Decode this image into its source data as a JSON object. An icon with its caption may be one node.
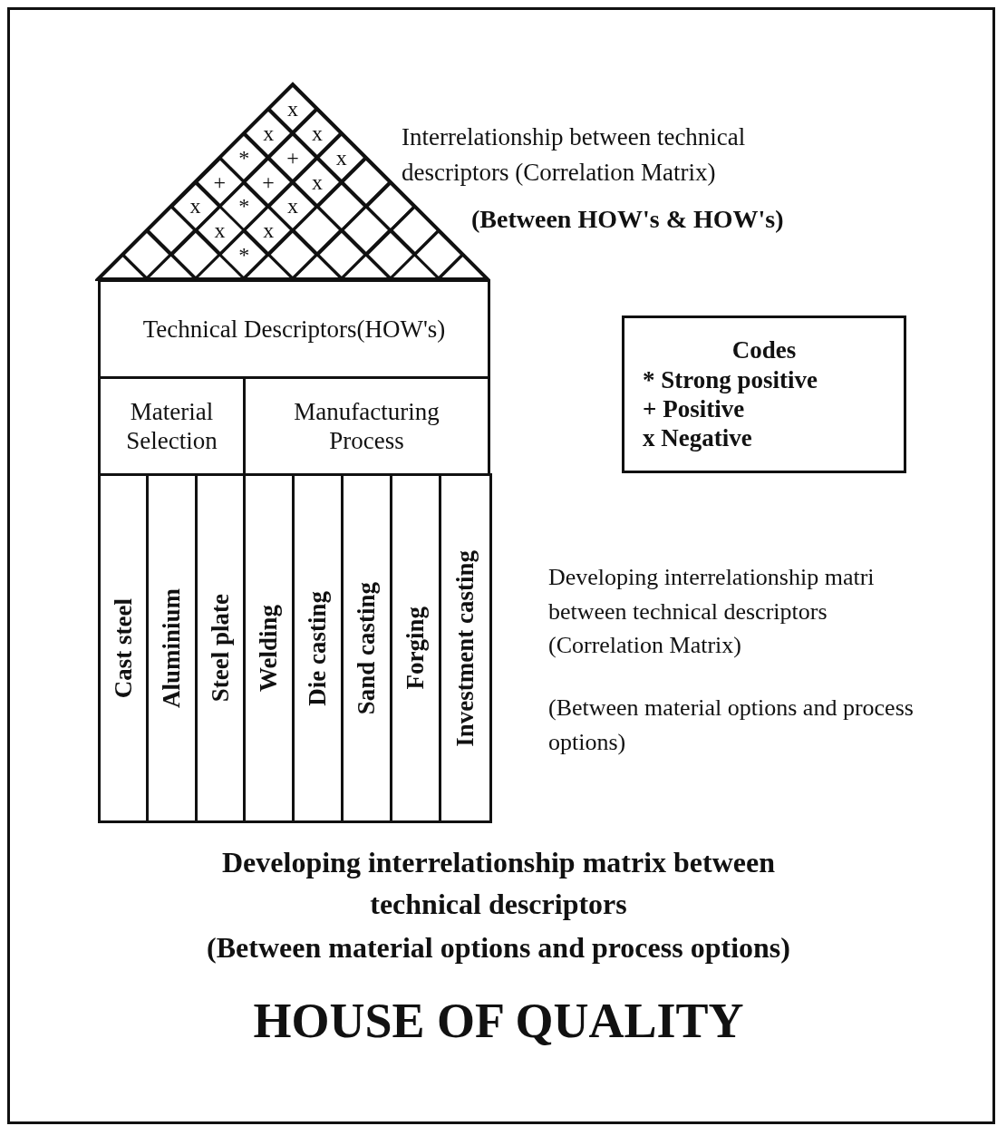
{
  "diagram": {
    "title": "HOUSE OF QUALITY",
    "nodes": [
      {
        "text": [
          "x"
        ]
      },
      {
        "text": [
          "x"
        ]
      },
      {
        "text": [
          "x"
        ]
      },
      {
        "text": [
          "*"
        ]
      },
      {
        "text": [
          "+"
        ]
      },
      {
        "text": [
          "x"
        ]
      },
      {
        "text": [
          "+"
        ]
      },
      {
        "text": [
          "+"
        ]
      },
      {
        "text": [
          "x"
        ]
      },
      {
        "text": [],
        "shape": "diamond"
      },
      {
        "text": [
          "x"
        ]
      },
      {
        "text": [
          "*"
        ]
      },
      {
        "text": [
          "x"
        ]
      },
      {
        "text": [],
        "shape": "diamond"
      },
      {
        "text": [],
        "shape": "diamond"
      },
      {
        "text": [],
        "shape": "diamond"
      },
      {
        "text": [
          "x"
        ]
      },
      {
        "text": [
          "x"
        ]
      },
      {
        "text": [],
        "shape": "diamond"
      },
      {
        "text": [],
        "shape": "diamond"
      },
      {
        "text": [],
        "shape": "diamond"
      },
      {
        "text": [],
        "shape": "diamond"
      },
      {
        "text": [],
        "shape": "diamond"
      },
      {
        "text": [
          "*"
        ]
      },
      {
        "text": [],
        "shape": "diamond"
      },
      {
        "text": [],
        "shape": "diamond"
      },
      {
        "text": [],
        "shape": "diamond"
      },
      {
        "text": [],
        "shape": "diamond"
      },
      {
        "text": [
          "Technical Descriptors(HOW's)"
        ]
      },
      {
        "text": [
          "Codes",
          "* Strong positive",
          "+ Positive",
          "x Negative"
        ]
      },
      {
        "text": [
          "Material Selection"
        ]
      },
      {
        "text": [
          "Manufacturing Process"
        ]
      },
      {
        "text": [
          "Cast steel"
        ]
      },
      {
        "text": [
          "Aluminium"
        ]
      },
      {
        "text": [
          "Steel plate"
        ]
      },
      {
        "text": [
          "Welding"
        ]
      },
      {
        "text": [
          "Die casting"
        ]
      },
      {
        "text": [
          "Sand casting"
        ]
      },
      {
        "text": [
          "Forging"
        ]
      },
      {
        "text": [
          "Investment casting"
        ]
      }
    ],
    "labels": [
      "Interrelationship between technical descriptors (Correlation Matrix)",
      "(Between HOW's & HOW's)",
      "Developing interrelationship matri between technical descriptors (Correlation Matrix)",
      "(Between material options and process options)",
      "Developing interrelationship matrix between technical descriptors",
      "(Between material options and process options)"
    ]
  }
}
